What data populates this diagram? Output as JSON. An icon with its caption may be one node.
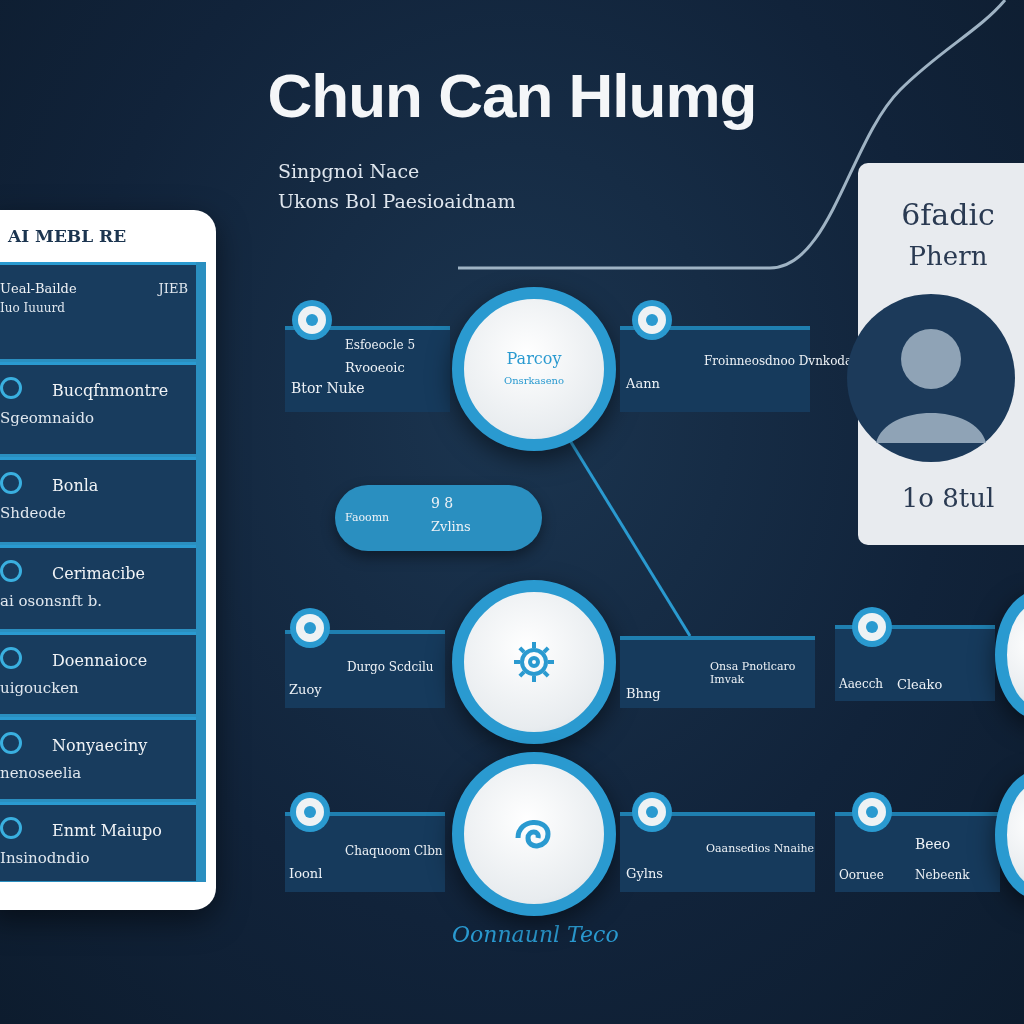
{
  "diagram": {
    "title": "Chun Can Hlumg",
    "nodes": [
      {
        "text": [
          "AI MEBL RE"
        ]
      },
      {
        "text": [
          "Ueal-Bailde",
          "Iuo Iuuurd",
          "JIEB"
        ],
        "in": 0
      },
      {
        "text": [
          "Bucqfnmontre",
          "Sgeomnaido"
        ],
        "in": 0
      },
      {
        "text": [
          "Bonla",
          "Shdeode"
        ],
        "in": 0
      },
      {
        "text": [
          "Cerimacibe",
          "ai osonsnft b."
        ],
        "in": 0
      },
      {
        "text": [
          "Doennaioce",
          "uigoucken"
        ],
        "in": 0
      },
      {
        "text": [
          "Nonyaeciny",
          "nenoseelia"
        ],
        "in": 0
      },
      {
        "text": [
          "Enmt Maiupo",
          "Insinodndio"
        ],
        "in": 0
      },
      {
        "text": [
          "Esfoeocle 5",
          "Rvooeoic",
          "Btor Nuke"
        ]
      },
      {
        "text": [
          "Parcoy",
          "Onsrkaseno"
        ]
      },
      {
        "text": [
          "Aann",
          "Froinneosdnoo Dvnkoda"
        ]
      },
      {
        "text": [
          "6fadic",
          "Phern",
          "1o 8tul"
        ]
      },
      {
        "text": [
          "Faoomn",
          "9 8",
          "Zvlins"
        ]
      },
      {
        "text": [
          "Zuoy",
          "Durgo Scdcilu"
        ]
      },
      {
        "text": [],
        "shape": "circle"
      },
      {
        "text": [
          "Bhng",
          "Onsa Pnotlcaro Imvak"
        ]
      },
      {
        "text": [
          "Aaecch",
          "Cleako"
        ]
      },
      {
        "text": [
          "Ioonl",
          "Chaquoom Clbn"
        ]
      },
      {
        "text": [],
        "shape": "circle"
      },
      {
        "text": [
          "Gylns",
          "Oaansedios Nnaihe"
        ]
      },
      {
        "text": [
          "Ooruee",
          "Beeo",
          "Nebeenk"
        ]
      },
      {
        "text": [],
        "shape": "circle"
      },
      {
        "text": [],
        "shape": "circle"
      }
    ],
    "edges": [
      {
        "from": 9,
        "to": 15,
        "arrow": "none"
      }
    ],
    "labels": [
      "Sinpgnoi Nace",
      "Ukons Bol Paesioaidnam",
      "Oonnaunl Teco"
    ]
  }
}
